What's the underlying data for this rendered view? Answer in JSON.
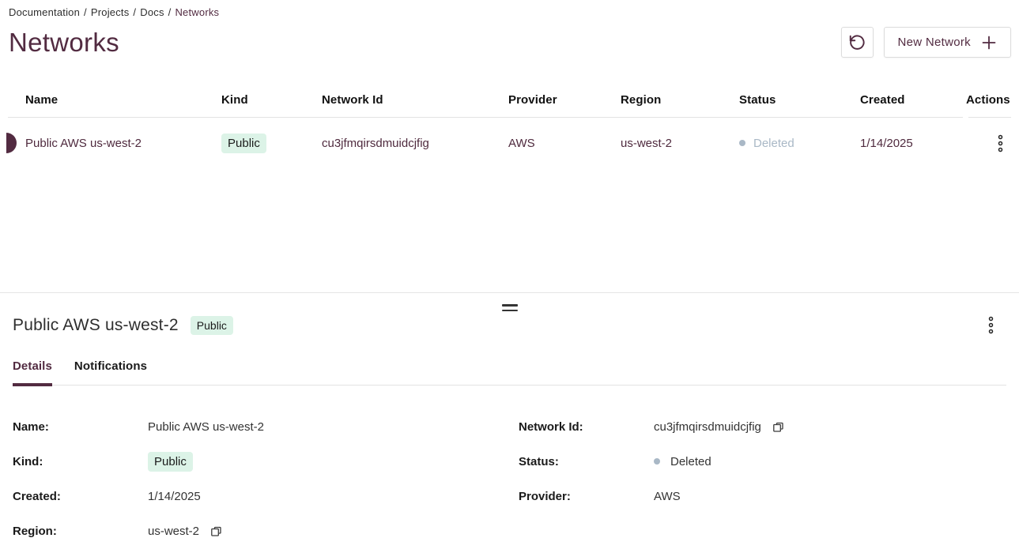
{
  "colors": {
    "accent": "#522b41",
    "badge_bg": "#dcf3e7",
    "badge_text": "#1b1b1b",
    "status_muted": "#a9b8c6",
    "border": "#e3e3e3"
  },
  "breadcrumb": {
    "separator": "/",
    "items": [
      "Documentation",
      "Projects",
      "Docs",
      "Networks"
    ]
  },
  "page": {
    "title": "Networks"
  },
  "toolbar": {
    "new_network_label": "New Network"
  },
  "table": {
    "columns": [
      "Name",
      "Kind",
      "Network Id",
      "Provider",
      "Region",
      "Status",
      "Created",
      "Actions"
    ],
    "rows": [
      {
        "name": "Public AWS us-west-2",
        "kind": "Public",
        "network_id": "cu3jfmqirsdmuidcjfig",
        "provider": "AWS",
        "region": "us-west-2",
        "status": "Deleted",
        "created": "1/14/2025"
      }
    ]
  },
  "drawer": {
    "title": "Public AWS us-west-2",
    "badge": "Public",
    "tabs": [
      {
        "label": "Details"
      },
      {
        "label": "Notifications"
      }
    ],
    "fields": {
      "name_label": "Name:",
      "name_value": "Public AWS us-west-2",
      "kind_label": "Kind:",
      "kind_value": "Public",
      "created_label": "Created:",
      "created_value": "1/14/2025",
      "region_label": "Region:",
      "region_value": "us-west-2",
      "network_id_label": "Network Id:",
      "network_id_value": "cu3jfmqirsdmuidcjfig",
      "status_label": "Status:",
      "status_value": "Deleted",
      "provider_label": "Provider:",
      "provider_value": "AWS"
    }
  }
}
